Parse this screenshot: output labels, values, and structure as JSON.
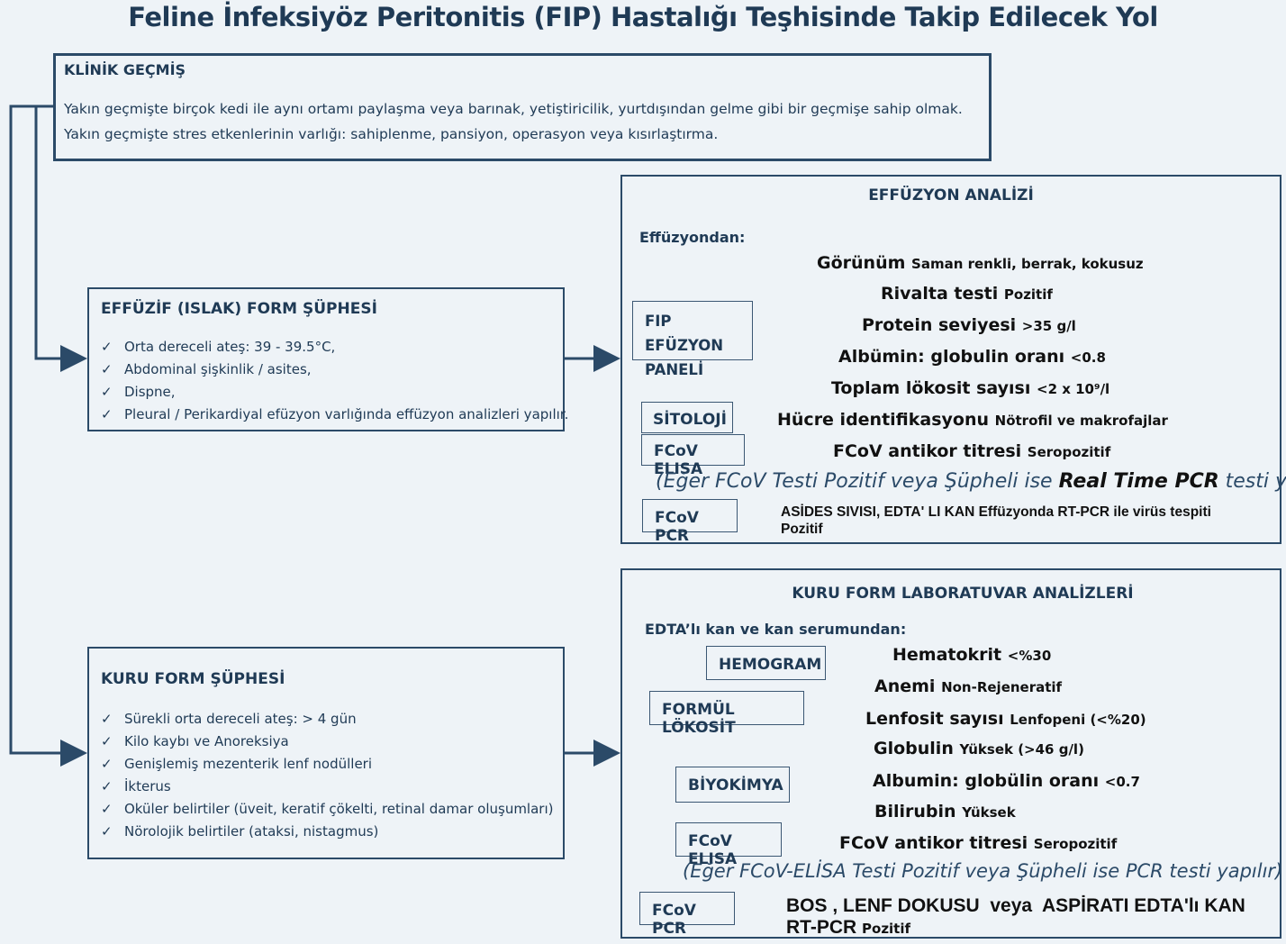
{
  "title": "Feline İnfeksiyöz Peritonitis (FIP) Hastalığı Teşhisinde Takip Edilecek Yol",
  "history": {
    "heading": "KLİNİK GEÇMİŞ",
    "line1": "Yakın geçmişte birçok kedi ile aynı ortamı paylaşma veya barınak, yetiştiricilik, yurtdışından gelme gibi bir geçmişe sahip olmak.",
    "line2": "Yakın geçmişte stres etkenlerinin varlığı: sahiplenme, pansiyon, operasyon veya kısırlaştırma."
  },
  "wet": {
    "heading": "EFFÜZİF (ISLAK) FORM ŞÜPHESİ",
    "items": [
      "Orta dereceli ateş: 39 - 39.5°C,",
      "Abdominal şişkinlik / asites,",
      "Dispne,",
      "Pleural / Perikardiyal efüzyon varlığında effüzyon analizleri yapılır."
    ]
  },
  "dry": {
    "heading": "KURU FORM ŞÜPHESİ",
    "items": [
      "Sürekli orta dereceli ateş: > 4 gün",
      "Kilo kaybı ve Anoreksiya",
      "Genişlemiş mezenterik lenf nodülleri",
      "İkterus",
      "Oküler belirtiler (üveit, keratif çökelti, retinal damar oluşumları)",
      "Nörolojik belirtiler (ataksi, nistagmus)"
    ]
  },
  "effusion": {
    "heading": "EFFÜZYON ANALİZİ",
    "source": "Effüzyondan:",
    "panel_line1": "FIP EFÜZYON",
    "panel_line2": "PANELİ",
    "panel_results": [
      {
        "name": "Görünüm",
        "value": "Saman renkli, berrak, kokusuz"
      },
      {
        "name": "Rivalta testi",
        "value": "Pozitif"
      },
      {
        "name": "Protein seviyesi",
        "value": ">35 g/l"
      },
      {
        "name": "Albümin: globulin oranı",
        "value": "<0.8"
      },
      {
        "name": "Toplam lökosit sayısı",
        "value": "<2 x 10⁹/l"
      }
    ],
    "cytology": "SİTOLOJİ",
    "cytology_result": {
      "name": "Hücre identifikasyonu",
      "value": "Nötrofil ve makrofajlar"
    },
    "elisa": "FCoV ELISA",
    "elisa_result": {
      "name": "FCoV antikor titresi",
      "value": "Seropozitif"
    },
    "note_pre": "(Eğer FCoV Testi Pozitif veya Şüpheli ise ",
    "note_bold": "Real Time PCR",
    "note_post": " testi yapılır)",
    "pcr": "FCoV PCR",
    "pcr_result_line1": "ASİDES SIVISI, EDTA' LI KAN Effüzyonda RT-PCR ile virüs tespiti",
    "pcr_result_line2": "Pozitif"
  },
  "drylab": {
    "heading": "KURU FORM LABORATUVAR ANALİZLERİ",
    "source": "EDTA’lı kan ve kan serumundan:",
    "hemogram": "HEMOGRAM",
    "hemogram_result": {
      "name": "Hematokrit",
      "value": "<%30"
    },
    "formula": "FORMÜL LÖKOSİT",
    "formula_results": [
      {
        "name": "Anemi",
        "value": "Non-Rejeneratif"
      },
      {
        "name": "Lenfosit sayısı",
        "value": "Lenfopeni (<%20)"
      }
    ],
    "biochem": "BİYOKİMYA",
    "biochem_results": [
      {
        "name": "Globulin",
        "value": "Yüksek (>46 g/l)"
      },
      {
        "name": "Albumin: globülin oranı",
        "value": "<0.7"
      },
      {
        "name": "Bilirubin",
        "value": "Yüksek"
      }
    ],
    "elisa": "FCoV ELISA",
    "elisa_result": {
      "name": "FCoV antikor titresi",
      "value": "Seropozitif"
    },
    "note": "(Eğer FCoV-ELİSA Testi Pozitif veya Şüpheli ise PCR testi yapılır)",
    "pcr": "FCoV PCR",
    "pcr_result_line1": "BOS , LENF DOKUSU  veya  ASPİRATI EDTA'lı KAN",
    "pcr_result_line2_bold": "RT-PCR",
    "pcr_result_line2_value": "Pozitif"
  },
  "icons": {
    "check": "check-icon",
    "arrow": "arrow-right-icon"
  }
}
